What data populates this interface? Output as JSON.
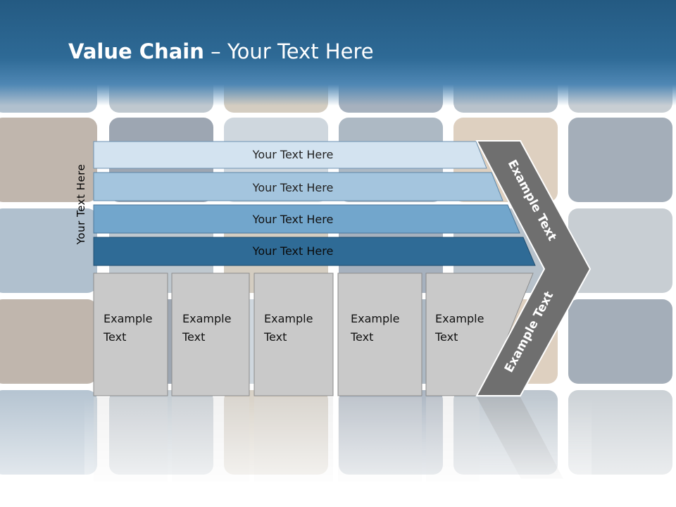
{
  "slide": {
    "title_bold": "Value Chain",
    "title_sep": " – ",
    "title_rest": "Your Text Here",
    "vertical_label": "Your Text Here"
  },
  "bars": [
    {
      "label": "Your Text Here",
      "color": "#d3e3f0"
    },
    {
      "label": "Your Text Here",
      "color": "#a4c5de"
    },
    {
      "label": "Your Text Here",
      "color": "#72a6cc"
    },
    {
      "label": "Your Text Here",
      "color": "#2f6b96"
    }
  ],
  "columns": [
    {
      "line1": "Example",
      "line2": "Text"
    },
    {
      "line1": "Example",
      "line2": "Text"
    },
    {
      "line1": "Example",
      "line2": "Text"
    },
    {
      "line1": "Example",
      "line2": "Text"
    },
    {
      "line1": "Example",
      "line2": "Text"
    }
  ],
  "chevron": {
    "upper_label": "Example Text",
    "lower_label": "Example Text",
    "color": "#6f6f6f"
  },
  "colors": {
    "header": "#2e6a96",
    "column_fill": "#c9c9c9",
    "column_stroke": "#8c8c8c"
  }
}
